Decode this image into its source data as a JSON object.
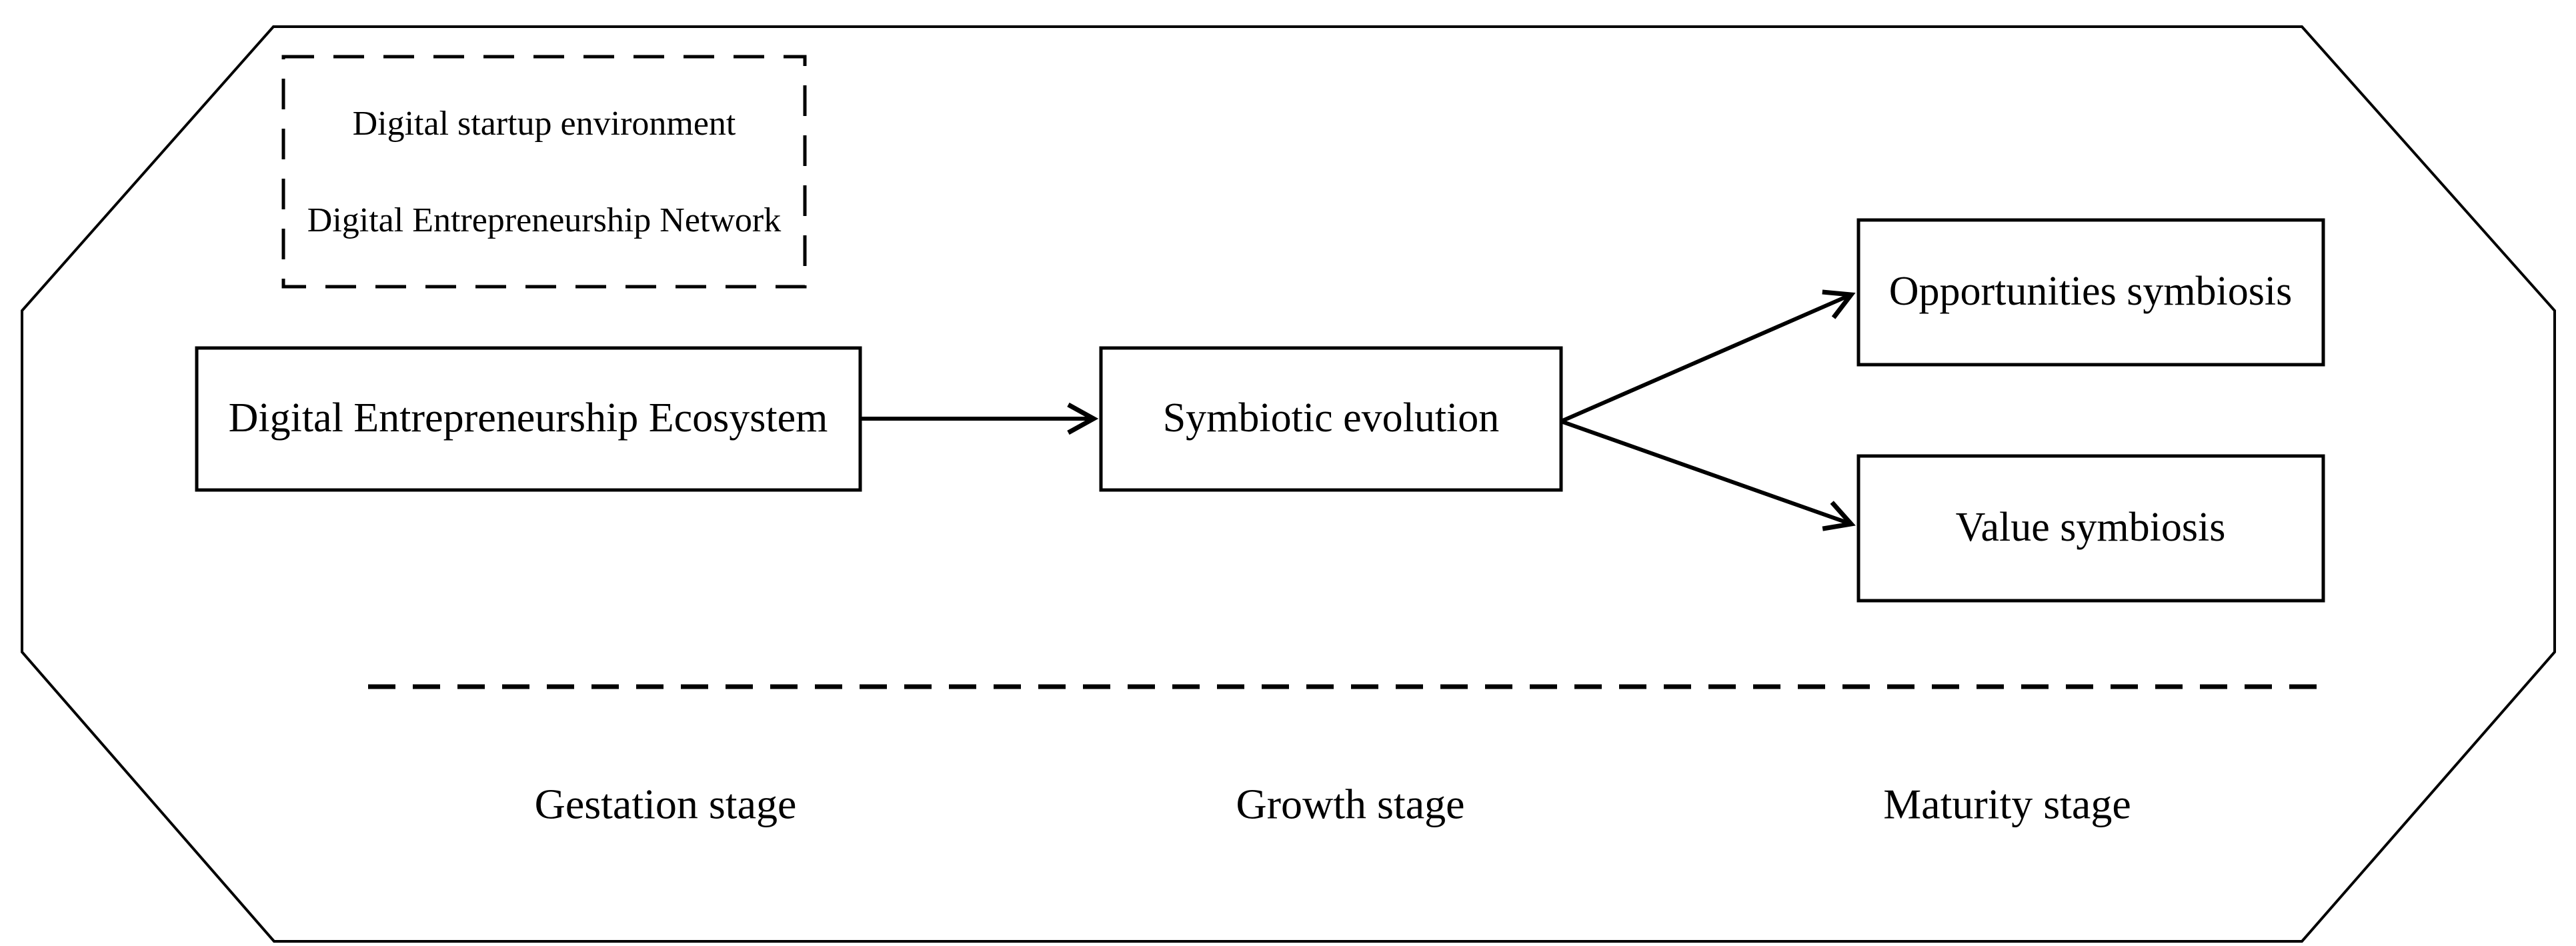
{
  "diagram": {
    "environment_box": {
      "line1": "Digital startup environment",
      "line2": "Digital Entrepreneurship Network"
    },
    "nodes": {
      "ecosystem": "Digital Entrepreneurship Ecosystem",
      "symbiotic": "Symbiotic evolution",
      "opportunities": "Opportunities symbiosis",
      "value": "Value symbiosis"
    },
    "stages": {
      "gestation": "Gestation stage",
      "growth": "Growth stage",
      "maturity": "Maturity stage"
    },
    "colors": {
      "line": "#000000",
      "background": "#ffffff"
    }
  }
}
